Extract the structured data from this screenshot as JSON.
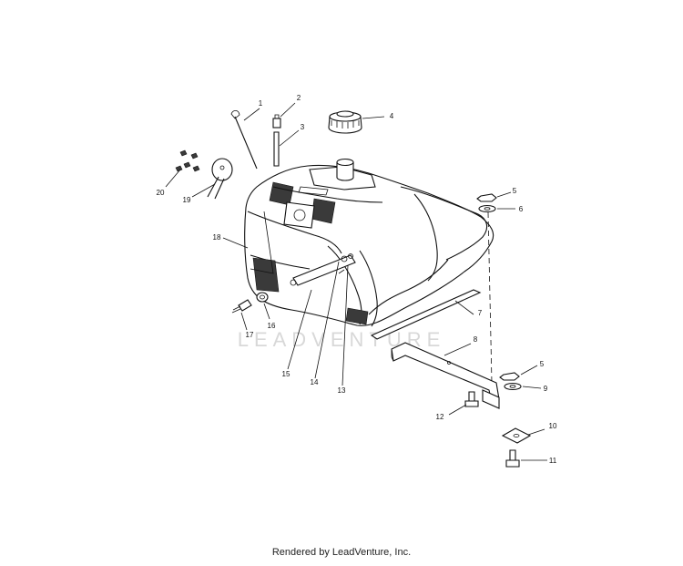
{
  "watermark": "LEADVENTURE",
  "footer": "Rendered by LeadVenture, Inc.",
  "callouts": [
    {
      "id": "1",
      "label": "1"
    },
    {
      "id": "2",
      "label": "2"
    },
    {
      "id": "3",
      "label": "3"
    },
    {
      "id": "4",
      "label": "4"
    },
    {
      "id": "5a",
      "label": "5"
    },
    {
      "id": "6",
      "label": "6"
    },
    {
      "id": "7",
      "label": "7"
    },
    {
      "id": "8",
      "label": "8"
    },
    {
      "id": "5b",
      "label": "5"
    },
    {
      "id": "9",
      "label": "9"
    },
    {
      "id": "10",
      "label": "10"
    },
    {
      "id": "11",
      "label": "11"
    },
    {
      "id": "12",
      "label": "12"
    },
    {
      "id": "13",
      "label": "13"
    },
    {
      "id": "14",
      "label": "14"
    },
    {
      "id": "15",
      "label": "15"
    },
    {
      "id": "16",
      "label": "16"
    },
    {
      "id": "17",
      "label": "17"
    },
    {
      "id": "18",
      "label": "18"
    },
    {
      "id": "19",
      "label": "19"
    },
    {
      "id": "20",
      "label": "20"
    }
  ]
}
